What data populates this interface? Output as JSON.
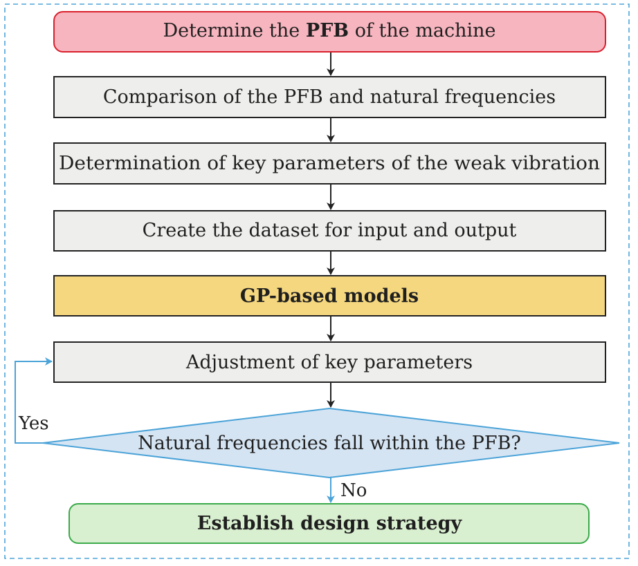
{
  "flowchart": {
    "nodes": [
      {
        "id": "determine-pfb",
        "shape": "rounded-rect",
        "fill": "#f7b5bf",
        "stroke": "#d9202c",
        "text_parts": [
          {
            "text": "Determine the ",
            "bold": false
          },
          {
            "text": "PFB",
            "bold": true
          },
          {
            "text": " of the machine",
            "bold": false
          }
        ]
      },
      {
        "id": "comparison",
        "shape": "rect",
        "fill": "#eeeeec",
        "stroke": "#222222",
        "text_parts": [
          {
            "text": "Comparison of the PFB and natural frequencies",
            "bold": false
          }
        ]
      },
      {
        "id": "key-parameters",
        "shape": "rect",
        "fill": "#eeeeec",
        "stroke": "#222222",
        "text_parts": [
          {
            "text": "Determination of key parameters of the weak vibration",
            "bold": false
          }
        ]
      },
      {
        "id": "create-dataset",
        "shape": "rect",
        "fill": "#eeeeec",
        "stroke": "#222222",
        "text_parts": [
          {
            "text": "Create the dataset for input and output",
            "bold": false
          }
        ]
      },
      {
        "id": "gp-models",
        "shape": "rect",
        "fill": "#f5d77f",
        "stroke": "#222222",
        "text_parts": [
          {
            "text": "GP-based models",
            "bold": true
          }
        ]
      },
      {
        "id": "adjustment",
        "shape": "rect",
        "fill": "#eeeeec",
        "stroke": "#222222",
        "text_parts": [
          {
            "text": "Adjustment of key parameters",
            "bold": false
          }
        ]
      },
      {
        "id": "decision",
        "shape": "diamond",
        "fill": "#d5e4f3",
        "stroke": "#4ba3d8",
        "text_parts": [
          {
            "text": "Natural frequencies fall within the PFB?",
            "bold": false
          }
        ]
      },
      {
        "id": "strategy",
        "shape": "rounded-rect",
        "fill": "#d9f0d0",
        "stroke": "#3aaa4a",
        "text_parts": [
          {
            "text": "Establish design strategy",
            "bold": true
          }
        ]
      }
    ],
    "edges": [
      {
        "from": "determine-pfb",
        "to": "comparison",
        "label": "",
        "color": "#222222"
      },
      {
        "from": "comparison",
        "to": "key-parameters",
        "label": "",
        "color": "#222222"
      },
      {
        "from": "key-parameters",
        "to": "create-dataset",
        "label": "",
        "color": "#222222"
      },
      {
        "from": "create-dataset",
        "to": "gp-models",
        "label": "",
        "color": "#222222"
      },
      {
        "from": "gp-models",
        "to": "adjustment",
        "label": "",
        "color": "#222222"
      },
      {
        "from": "adjustment",
        "to": "decision",
        "label": "",
        "color": "#222222"
      },
      {
        "from": "decision",
        "to": "adjustment",
        "label": "Yes",
        "color": "#4ba3d8"
      },
      {
        "from": "decision",
        "to": "strategy",
        "label": "No",
        "color": "#4ba3d8"
      }
    ],
    "frame_color": "#4ba3d8"
  }
}
